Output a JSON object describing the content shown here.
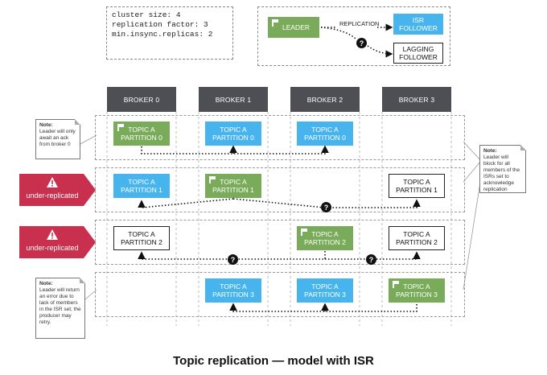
{
  "config": {
    "lines": [
      "cluster size: 4",
      "replication factor: 3",
      "min.insync.replicas: 2"
    ]
  },
  "legend": {
    "leader": "LEADER",
    "replication": "REPLICATION",
    "isr_follower": "ISR\nFOLLOWER",
    "lagging_follower": "LAGGING\nFOLLOWER"
  },
  "brokers": [
    "BROKER 0",
    "BROKER 1",
    "BROKER 2",
    "BROKER 3"
  ],
  "partitions": [
    {
      "label": "TOPIC A\nPARTITION 0"
    },
    {
      "label": "TOPIC A\nPARTITION 1"
    },
    {
      "label": "TOPIC A\nPARTITION 2"
    },
    {
      "label": "TOPIC A\nPARTITION 3"
    }
  ],
  "badges": [
    "under-replicated",
    "under-replicated"
  ],
  "notes": {
    "note1": {
      "title": "Note:",
      "text": "Leader will only await an ack from broker 0"
    },
    "note2": {
      "title": "Note:",
      "text": "Leader will block for all members of the ISRs set to acknowledge replication"
    },
    "note3": {
      "title": "Note:",
      "text": "Leader will return an error due to lack of members in the ISR set; the producer may retry."
    }
  },
  "qmark": "?",
  "caption": "Topic replication — model with ISR",
  "colors": {
    "leader": "#7aab5a",
    "isr": "#47b4ee",
    "broker_header": "#4d4f55",
    "badge": "#c8304d"
  }
}
